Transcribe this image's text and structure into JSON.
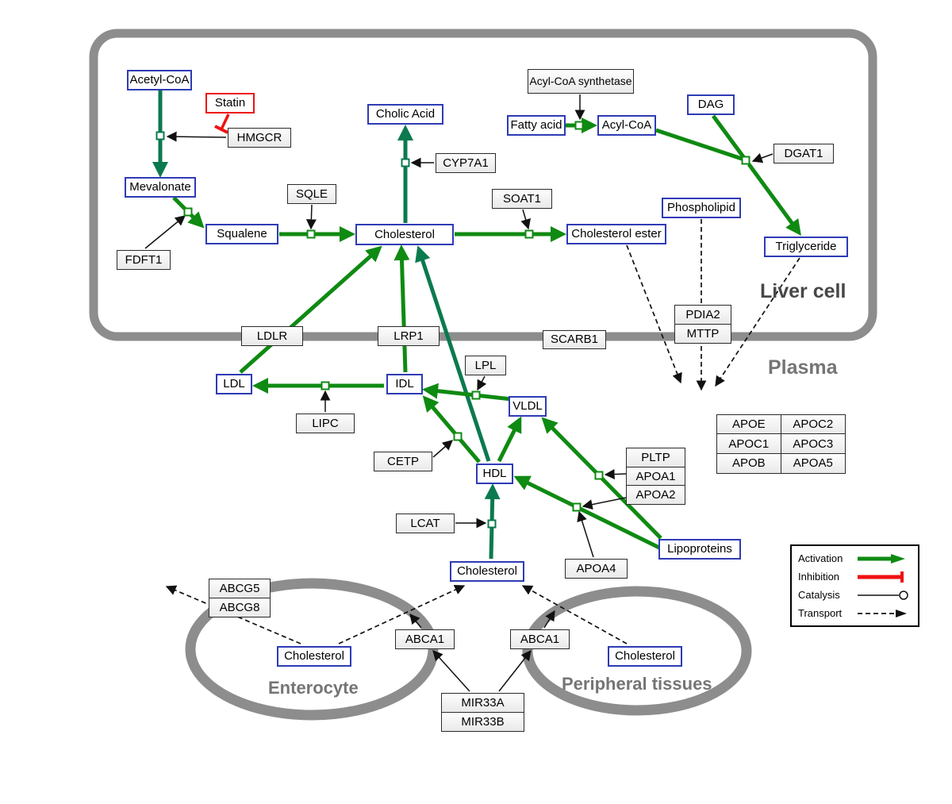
{
  "compartments": {
    "liver_cell": "Liver cell",
    "plasma": "Plasma",
    "enterocyte": "Enterocyte",
    "peripheral_tissues": "Peripheral tissues"
  },
  "nodes": {
    "acetyl_coa": "Acetyl-CoA",
    "statin": "Statin",
    "hmgcr": "HMGCR",
    "mevalonate": "Mevalonate",
    "fdft1": "FDFT1",
    "squalene": "Squalene",
    "sqle": "SQLE",
    "cholesterol_liver": "Cholesterol",
    "cholic_acid": "Cholic Acid",
    "cyp7a1": "CYP7A1",
    "soat1": "SOAT1",
    "cholesterol_ester": "Cholesterol ester",
    "acyl_coa_synthetase": "Acyl-CoA synthetase",
    "fatty_acid": "Fatty acid",
    "acyl_coa": "Acyl-CoA",
    "dag": "DAG",
    "dgat1": "DGAT1",
    "phospholipid": "Phospholipid",
    "triglyceride": "Triglyceride",
    "ldlr": "LDLR",
    "lrp1": "LRP1",
    "scarb1": "SCARB1",
    "pdia2": "PDIA2",
    "mttp": "MTTP",
    "ldl": "LDL",
    "idl": "IDL",
    "lipc": "LIPC",
    "lpl": "LPL",
    "vldl": "VLDL",
    "cetp": "CETP",
    "hdl": "HDL",
    "lcat": "LCAT",
    "pltp": "PLTP",
    "apoa1": "APOA1",
    "apoa2": "APOA2",
    "apoa4": "APOA4",
    "lipoproteins": "Lipoproteins",
    "cholesterol_plasma": "Cholesterol",
    "abcg5": "ABCG5",
    "abcg8": "ABCG8",
    "cholesterol_enterocyte": "Cholesterol",
    "abca1_left": "ABCA1",
    "abca1_right": "ABCA1",
    "cholesterol_peripheral": "Cholesterol",
    "mir33a": "MIR33A",
    "mir33b": "MIR33B"
  },
  "apolipoprotein_table": {
    "rows": [
      [
        "APOE",
        "APOC2"
      ],
      [
        "APOC1",
        "APOC3"
      ],
      [
        "APOB",
        "APOA5"
      ]
    ]
  },
  "legend": {
    "activation": "Activation",
    "inhibition": "Inhibition",
    "catalysis": "Catalysis",
    "transport": "Transport"
  },
  "colors": {
    "activation_green": "#0f8a12",
    "activation_teal": "#0b7a4e",
    "inhibition_red": "#ee1111",
    "metabolite_border_blue": "#2e3bb5",
    "membrane_gray": "#8d8d8d"
  },
  "edges": [
    {
      "source": "acetyl_coa",
      "target": "mevalonate",
      "type": "activation",
      "catalyst": "hmgcr"
    },
    {
      "source": "statin",
      "target": "hmgcr",
      "type": "inhibition"
    },
    {
      "source": "mevalonate",
      "target": "squalene",
      "type": "activation",
      "catalyst": "fdft1"
    },
    {
      "source": "squalene",
      "target": "cholesterol_liver",
      "type": "activation",
      "catalyst": "sqle"
    },
    {
      "source": "cholesterol_liver",
      "target": "cholic_acid",
      "type": "activation",
      "catalyst": "cyp7a1"
    },
    {
      "source": "cholesterol_liver",
      "target": "cholesterol_ester",
      "type": "activation",
      "catalyst": "soat1"
    },
    {
      "source": "fatty_acid",
      "target": "acyl_coa",
      "type": "activation",
      "catalyst": "acyl_coa_synthetase"
    },
    {
      "source": "acyl_coa",
      "target": "triglyceride",
      "type": "activation",
      "catalyst": "dgat1"
    },
    {
      "source": "dag",
      "target": "triglyceride",
      "type": "activation",
      "catalyst": "dgat1"
    },
    {
      "source": "cholesterol_ester",
      "target": "plasma",
      "type": "transport"
    },
    {
      "source": "phospholipid",
      "target": "plasma",
      "type": "transport"
    },
    {
      "source": "triglyceride",
      "target": "plasma",
      "type": "transport"
    },
    {
      "source": "ldl",
      "target": "cholesterol_liver",
      "type": "activation",
      "via": "ldlr"
    },
    {
      "source": "idl",
      "target": "cholesterol_liver",
      "type": "activation",
      "via": "lrp1"
    },
    {
      "source": "hdl",
      "target": "cholesterol_liver",
      "type": "activation",
      "via": "scarb1"
    },
    {
      "source": "vldl",
      "target": "idl",
      "type": "activation",
      "catalyst": "lpl"
    },
    {
      "source": "idl",
      "target": "ldl",
      "type": "activation",
      "catalyst": "lipc"
    },
    {
      "source": "hdl",
      "target": "idl",
      "type": "activation",
      "catalyst": "cetp"
    },
    {
      "source": "hdl",
      "target": "vldl",
      "type": "activation"
    },
    {
      "source": "cholesterol_plasma",
      "target": "hdl",
      "type": "activation",
      "catalyst": "lcat"
    },
    {
      "source": "lipoproteins",
      "target": "vldl",
      "type": "activation",
      "catalyst": "pltp_apoa1_apoa2"
    },
    {
      "source": "lipoproteins",
      "target": "hdl",
      "type": "activation",
      "catalyst": "apoa4"
    },
    {
      "source": "cholesterol_enterocyte",
      "target": "intestinal_lumen",
      "type": "transport",
      "via": "abcg5_abcg8"
    },
    {
      "source": "cholesterol_enterocyte",
      "target": "cholesterol_plasma",
      "type": "transport",
      "via": "abca1_left"
    },
    {
      "source": "cholesterol_peripheral",
      "target": "cholesterol_plasma",
      "type": "transport",
      "via": "abca1_right"
    },
    {
      "source": "mir33a_mir33b",
      "target": "abca1_left",
      "type": "catalysis"
    },
    {
      "source": "mir33a_mir33b",
      "target": "abca1_right",
      "type": "catalysis"
    }
  ]
}
